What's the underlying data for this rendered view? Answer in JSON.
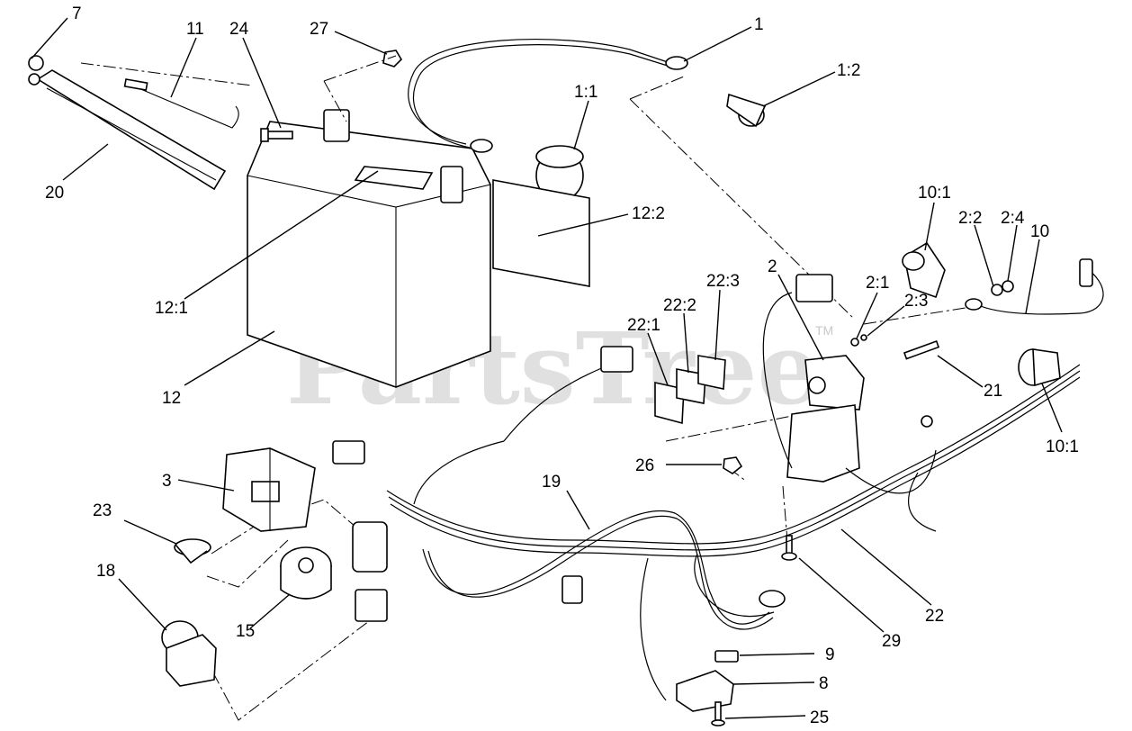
{
  "watermark": {
    "text": "PartsTree",
    "mark": "TM"
  },
  "callouts": [
    {
      "id": "c7",
      "label": "7"
    },
    {
      "id": "c11",
      "label": "11"
    },
    {
      "id": "c24",
      "label": "24"
    },
    {
      "id": "c27",
      "label": "27"
    },
    {
      "id": "c1",
      "label": "1"
    },
    {
      "id": "c1-2",
      "label": "1:2"
    },
    {
      "id": "c1-1",
      "label": "1:1"
    },
    {
      "id": "c20",
      "label": "20"
    },
    {
      "id": "c12-2",
      "label": "12:2"
    },
    {
      "id": "c12-1",
      "label": "12:1"
    },
    {
      "id": "c12",
      "label": "12"
    },
    {
      "id": "c10-1a",
      "label": "10:1"
    },
    {
      "id": "c2-2",
      "label": "2:2"
    },
    {
      "id": "c2-4",
      "label": "2:4"
    },
    {
      "id": "c10",
      "label": "10"
    },
    {
      "id": "c2",
      "label": "2"
    },
    {
      "id": "c22-3",
      "label": "22:3"
    },
    {
      "id": "c22-2",
      "label": "22:2"
    },
    {
      "id": "c22-1",
      "label": "22:1"
    },
    {
      "id": "c2-1",
      "label": "2:1"
    },
    {
      "id": "c2-3",
      "label": "2:3"
    },
    {
      "id": "c21",
      "label": "21"
    },
    {
      "id": "c10-1b",
      "label": "10:1"
    },
    {
      "id": "c26",
      "label": "26"
    },
    {
      "id": "c3",
      "label": "3"
    },
    {
      "id": "c19",
      "label": "19"
    },
    {
      "id": "c23",
      "label": "23"
    },
    {
      "id": "c18",
      "label": "18"
    },
    {
      "id": "c15",
      "label": "15"
    },
    {
      "id": "c22",
      "label": "22"
    },
    {
      "id": "c29",
      "label": "29"
    },
    {
      "id": "c9",
      "label": "9"
    },
    {
      "id": "c8",
      "label": "8"
    },
    {
      "id": "c25",
      "label": "25"
    }
  ]
}
